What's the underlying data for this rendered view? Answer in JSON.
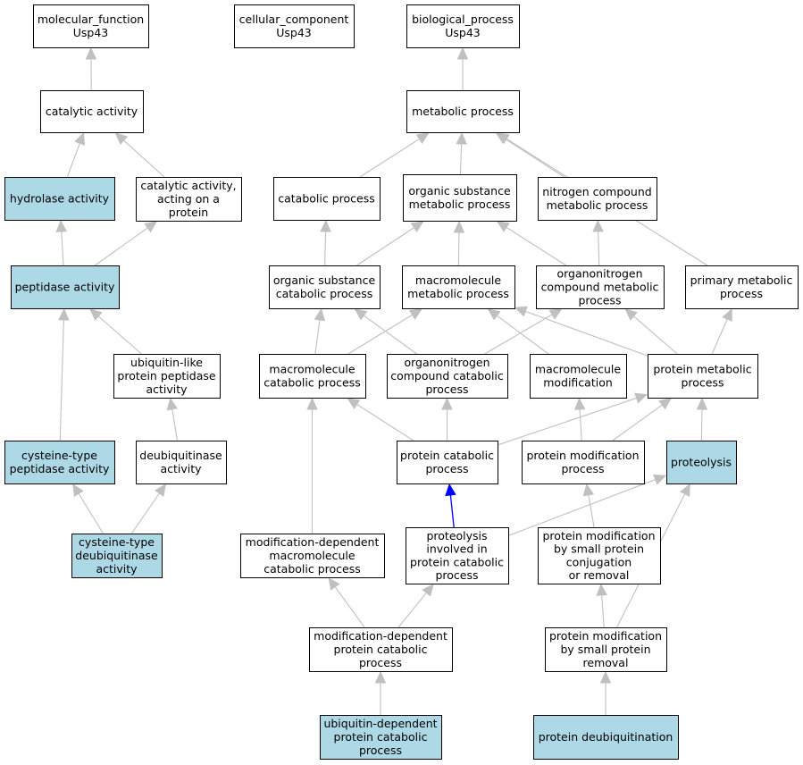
{
  "colors": {
    "highlight_fill": "#add8e6",
    "plain_fill": "#ffffff",
    "border": "#000000",
    "edge": "#c0c0c0",
    "focus_edge": "#0000ff"
  },
  "nodes": {
    "mf_root": {
      "lines": [
        "molecular_function",
        "Usp43"
      ],
      "highlight": false
    },
    "cc_root": {
      "lines": [
        "cellular_component",
        "Usp43"
      ],
      "highlight": false
    },
    "bp_root": {
      "lines": [
        "biological_process",
        "Usp43"
      ],
      "highlight": false
    },
    "catalytic": {
      "lines": [
        "catalytic activity"
      ],
      "highlight": false
    },
    "metabolic": {
      "lines": [
        "metabolic process"
      ],
      "highlight": false
    },
    "hydrolase": {
      "lines": [
        "hydrolase activity"
      ],
      "highlight": true
    },
    "cat_protein": {
      "lines": [
        "catalytic activity,",
        "acting on a",
        "protein"
      ],
      "highlight": false
    },
    "catabolic": {
      "lines": [
        "catabolic process"
      ],
      "highlight": false
    },
    "org_sub_met": {
      "lines": [
        "organic substance",
        "metabolic process"
      ],
      "highlight": false
    },
    "nitro_met": {
      "lines": [
        "nitrogen compound",
        "metabolic process"
      ],
      "highlight": false
    },
    "peptidase": {
      "lines": [
        "peptidase activity"
      ],
      "highlight": true
    },
    "org_sub_cat": {
      "lines": [
        "organic substance",
        "catabolic process"
      ],
      "highlight": false
    },
    "macro_met": {
      "lines": [
        "macromolecule",
        "metabolic process"
      ],
      "highlight": false
    },
    "orgnitro_met": {
      "lines": [
        "organonitrogen",
        "compound metabolic",
        "process"
      ],
      "highlight": false
    },
    "primary_met": {
      "lines": [
        "primary metabolic",
        "process"
      ],
      "highlight": false
    },
    "ubl_peptidase": {
      "lines": [
        "ubiquitin-like",
        "protein peptidase",
        "activity"
      ],
      "highlight": false
    },
    "macro_cat": {
      "lines": [
        "macromolecule",
        "catabolic process"
      ],
      "highlight": false
    },
    "orgnitro_cat": {
      "lines": [
        "organonitrogen",
        "compound catabolic",
        "process"
      ],
      "highlight": false
    },
    "macro_mod": {
      "lines": [
        "macromolecule",
        "modification"
      ],
      "highlight": false
    },
    "protein_met": {
      "lines": [
        "protein metabolic",
        "process"
      ],
      "highlight": false
    },
    "cys_peptidase": {
      "lines": [
        "cysteine-type",
        "peptidase activity"
      ],
      "highlight": true
    },
    "deubiq_act": {
      "lines": [
        "deubiquitinase",
        "activity"
      ],
      "highlight": false
    },
    "protein_cat": {
      "lines": [
        "protein catabolic",
        "process"
      ],
      "highlight": false
    },
    "protein_mod": {
      "lines": [
        "protein modification",
        "process"
      ],
      "highlight": false
    },
    "proteolysis": {
      "lines": [
        "proteolysis"
      ],
      "highlight": true
    },
    "cys_deubiq": {
      "lines": [
        "cysteine-type",
        "deubiquitinase",
        "activity"
      ],
      "highlight": true
    },
    "moddep_macro_cat": {
      "lines": [
        "modification-dependent",
        "macromolecule",
        "catabolic process"
      ],
      "highlight": false
    },
    "proteolysis_cat": {
      "lines": [
        "proteolysis",
        "involved in",
        "protein catabolic",
        "process"
      ],
      "highlight": false
    },
    "pm_small_conj": {
      "lines": [
        "protein modification",
        "by small protein",
        "conjugation",
        "or removal"
      ],
      "highlight": false
    },
    "moddep_prot_cat": {
      "lines": [
        "modification-dependent",
        "protein catabolic",
        "process"
      ],
      "highlight": false
    },
    "pm_small_rem": {
      "lines": [
        "protein modification",
        "by small protein",
        "removal"
      ],
      "highlight": false
    },
    "ubdep_prot_cat": {
      "lines": [
        "ubiquitin-dependent",
        "protein catabolic",
        "process"
      ],
      "highlight": true
    },
    "prot_deubiq": {
      "lines": [
        "protein deubiquitination"
      ],
      "highlight": true
    }
  },
  "edges": [
    {
      "from": "catalytic",
      "to": "mf_root"
    },
    {
      "from": "hydrolase",
      "to": "catalytic"
    },
    {
      "from": "cat_protein",
      "to": "catalytic"
    },
    {
      "from": "peptidase",
      "to": "hydrolase"
    },
    {
      "from": "peptidase",
      "to": "cat_protein"
    },
    {
      "from": "ubl_peptidase",
      "to": "peptidase"
    },
    {
      "from": "cys_peptidase",
      "to": "peptidase"
    },
    {
      "from": "deubiq_act",
      "to": "ubl_peptidase"
    },
    {
      "from": "cys_deubiq",
      "to": "cys_peptidase"
    },
    {
      "from": "cys_deubiq",
      "to": "deubiq_act"
    },
    {
      "from": "metabolic",
      "to": "bp_root"
    },
    {
      "from": "catabolic",
      "to": "metabolic"
    },
    {
      "from": "org_sub_met",
      "to": "metabolic"
    },
    {
      "from": "nitro_met",
      "to": "metabolic"
    },
    {
      "from": "primary_met",
      "to": "metabolic"
    },
    {
      "from": "org_sub_cat",
      "to": "catabolic"
    },
    {
      "from": "org_sub_cat",
      "to": "org_sub_met"
    },
    {
      "from": "macro_met",
      "to": "org_sub_met"
    },
    {
      "from": "orgnitro_met",
      "to": "org_sub_met"
    },
    {
      "from": "orgnitro_met",
      "to": "nitro_met"
    },
    {
      "from": "macro_cat",
      "to": "org_sub_cat"
    },
    {
      "from": "macro_cat",
      "to": "macro_met"
    },
    {
      "from": "orgnitro_cat",
      "to": "org_sub_cat"
    },
    {
      "from": "orgnitro_cat",
      "to": "orgnitro_met"
    },
    {
      "from": "macro_mod",
      "to": "macro_met"
    },
    {
      "from": "protein_met",
      "to": "macro_met"
    },
    {
      "from": "protein_met",
      "to": "orgnitro_met"
    },
    {
      "from": "protein_met",
      "to": "primary_met"
    },
    {
      "from": "protein_cat",
      "to": "macro_cat"
    },
    {
      "from": "protein_cat",
      "to": "orgnitro_cat"
    },
    {
      "from": "protein_cat",
      "to": "protein_met"
    },
    {
      "from": "protein_mod",
      "to": "macro_mod"
    },
    {
      "from": "protein_mod",
      "to": "protein_met"
    },
    {
      "from": "proteolysis",
      "to": "protein_met"
    },
    {
      "from": "moddep_macro_cat",
      "to": "macro_cat"
    },
    {
      "from": "proteolysis_cat",
      "to": "protein_cat",
      "focus": true
    },
    {
      "from": "proteolysis_cat",
      "to": "proteolysis"
    },
    {
      "from": "pm_small_conj",
      "to": "protein_mod"
    },
    {
      "from": "moddep_prot_cat",
      "to": "moddep_macro_cat"
    },
    {
      "from": "moddep_prot_cat",
      "to": "proteolysis_cat"
    },
    {
      "from": "pm_small_rem",
      "to": "pm_small_conj"
    },
    {
      "from": "pm_small_rem",
      "to": "proteolysis"
    },
    {
      "from": "ubdep_prot_cat",
      "to": "moddep_prot_cat"
    },
    {
      "from": "prot_deubiq",
      "to": "pm_small_rem"
    }
  ]
}
